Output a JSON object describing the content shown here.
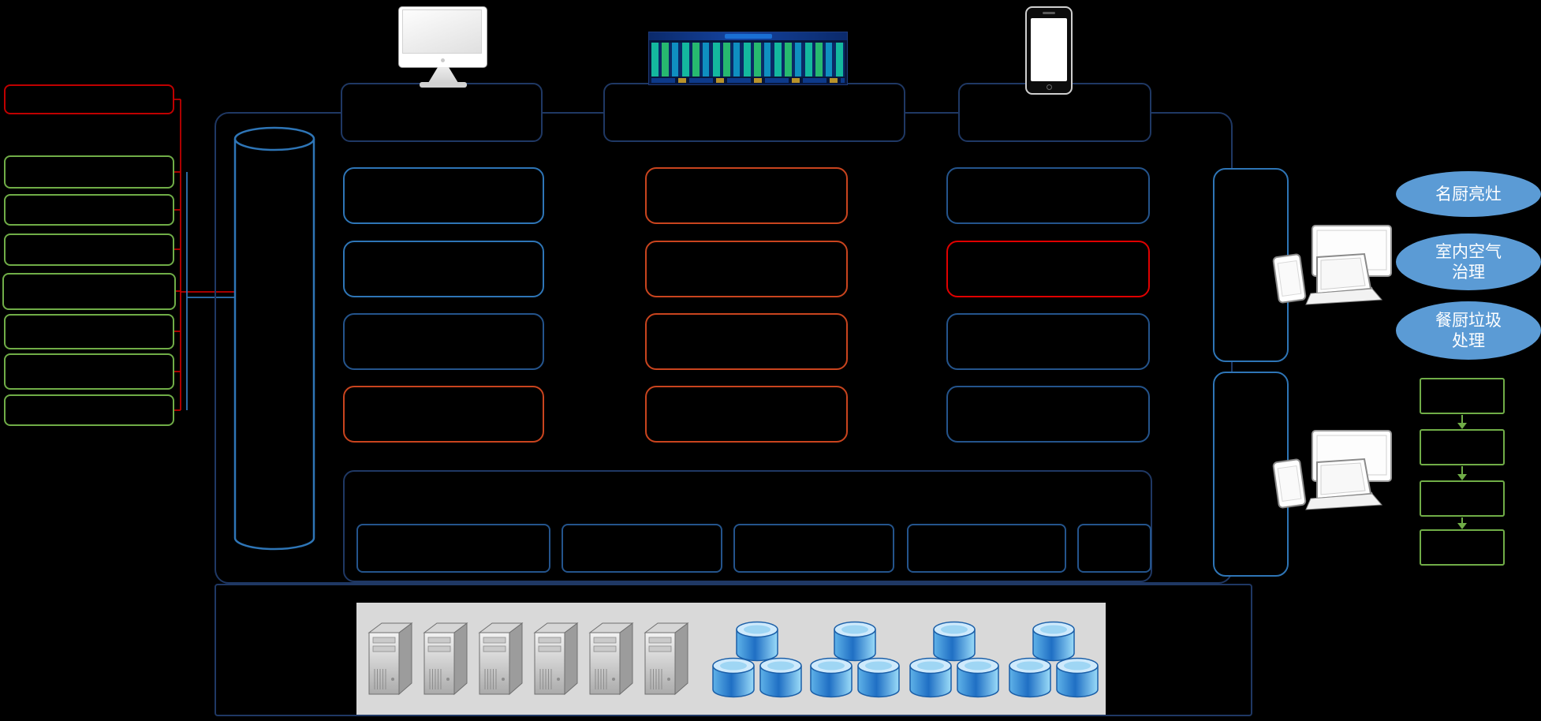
{
  "right_panel": {
    "ellipses": [
      {
        "label": "名厨亮灶"
      },
      {
        "label": "室内空气治理"
      },
      {
        "label": "餐厨垃圾处理"
      }
    ]
  },
  "colors": {
    "background": "#000000",
    "red_border": "#c00000",
    "orange_border": "#c9441e",
    "bright_red_border": "#e00000",
    "green_border": "#70ad47",
    "blue_border": "#2e75b6",
    "navy_border": "#1f3864",
    "mid_navy_border": "#24548c",
    "ellipse_fill": "#5b9bd5",
    "ellipse_text": "#ffffff",
    "server_strip_bg": "#d9d9d9"
  },
  "icons": {
    "desktop_monitor": "desktop-monitor-icon",
    "dashboard_screenshot": "dashboard-screenshot-icon",
    "smartphone": "smartphone-icon",
    "multi_device": "multi-device-icon",
    "server": "server-icon",
    "database_cluster": "database-cluster-icon",
    "database_cylinder": "database-cylinder-shape"
  }
}
